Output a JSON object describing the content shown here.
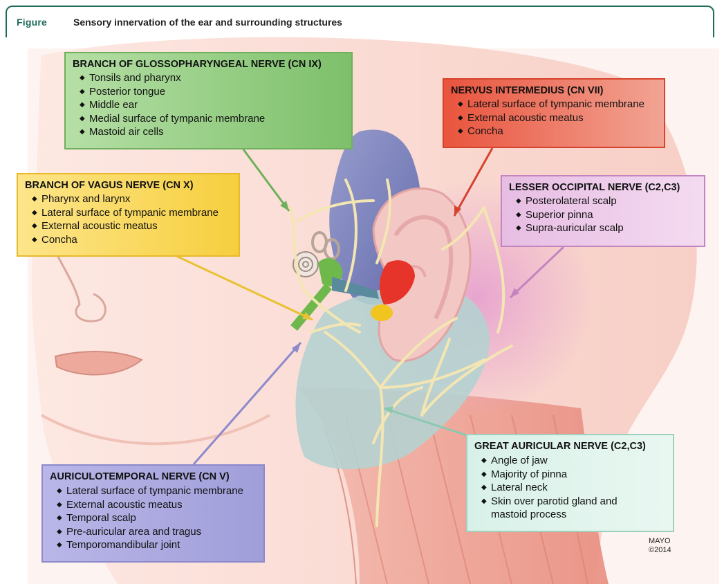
{
  "header": {
    "label": "Figure",
    "title": "Sensory innervation of the ear and surrounding structures"
  },
  "colors": {
    "frame": "#1d6b5a",
    "glossopharyngeal": "#7dc06a",
    "vagus": "#f6cf3e",
    "intermedius": "#e9543d",
    "lesser_occipital": "#c484c0",
    "great_auricular": "#9ed0bd",
    "auriculotemporal": "#a09ed9"
  },
  "boxes": {
    "glossopharyngeal": {
      "title": "BRANCH OF GLOSSOPHARYNGEAL NERVE (CN IX)",
      "items": [
        "Tonsils and pharynx",
        "Posterior tongue",
        "Middle ear",
        "Medial surface of tympanic membrane",
        "Mastoid air cells"
      ]
    },
    "vagus": {
      "title": "BRANCH OF VAGUS NERVE (CN X)",
      "items": [
        "Pharynx and larynx",
        "Lateral surface of tympanic membrane",
        "External acoustic meatus",
        "Concha"
      ]
    },
    "intermedius": {
      "title": "NERVUS INTERMEDIUS (CN VII)",
      "items": [
        "Lateral surface of tympanic membrane",
        "External acoustic meatus",
        "Concha"
      ]
    },
    "lesser_occipital": {
      "title": "LESSER OCCIPITAL NERVE (C2,C3)",
      "items": [
        "Posterolateral scalp",
        "Superior pinna",
        "Supra-auricular scalp"
      ]
    },
    "great_auricular": {
      "title": "GREAT AURICULAR NERVE (C2,C3)",
      "items": [
        "Angle of jaw",
        "Majority of pinna",
        "Lateral neck",
        "Skin over parotid gland and",
        "mastoid process"
      ]
    },
    "auriculotemporal": {
      "title": "AURICULOTEMPORAL NERVE (CN V)",
      "items": [
        "Lateral surface of tympanic membrane",
        "External acoustic meatus",
        "Temporal scalp",
        "Pre-auricular area and tragus",
        "Temporomandibular joint"
      ]
    }
  },
  "credit": {
    "line1": "MAYO",
    "line2": "©2014"
  }
}
